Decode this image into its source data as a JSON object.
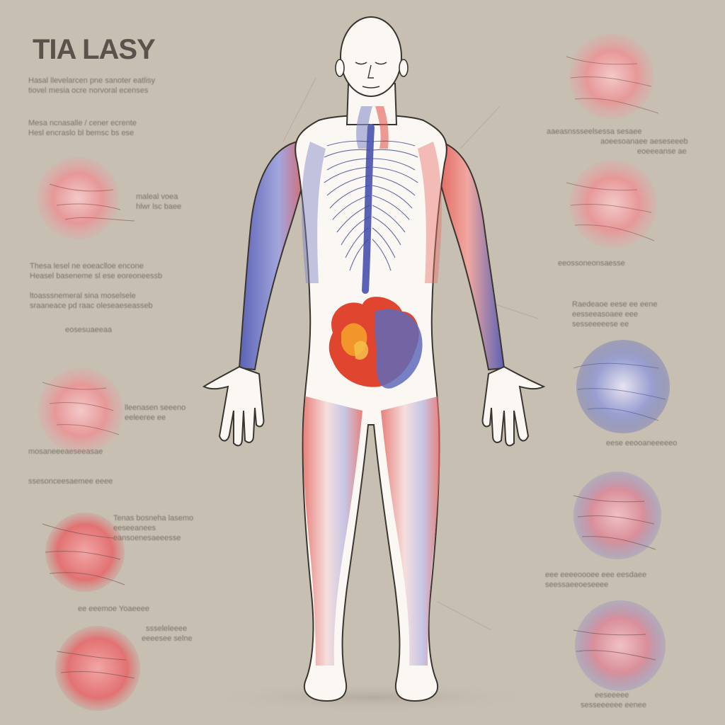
{
  "title": "TIA LASY",
  "colors": {
    "background": "#c7bfb2",
    "arterial_red": "#e04b4b",
    "venous_blue": "#5a62b5",
    "skin": "#fbf7f3",
    "outline": "#3b3530"
  },
  "annotations": {
    "left": [
      "Hasal llevelarcen pne sanoter eatlisy",
      "tiovel mesia ocre norvoral ecenses",
      "Mesa ncnasalle / cener ecrente",
      "Hesl encraslo bl bemsc bs ese",
      "maleal voea",
      "hlwr lsc baee",
      "Thesa lesel ne eoeaclloe encone",
      "Heasel baseneme sl ese eoreoneessb",
      "ltoasssnemeral sina moselsele",
      "sraaneace pd raac oleseaeseasseb",
      "eosesuaeeaa",
      "lleenasen seeeno",
      "eeleeree ee",
      "mosaneeeaeseeasae",
      "ssesonceesaemee eeee",
      "Tenas bosneha lasemo",
      "eeseeanees",
      "eansoenesaeeesse",
      "ee eeemoe Yoaeeee",
      "ssseleleeee",
      "eeeesee selne"
    ],
    "right": [
      "aaeasnssseelsessa sesaee",
      "aoeesoanaee aeseseeeb",
      "eoeeeanse ae",
      "eeossoneonsaesse",
      "Raedeaoe eese ee eene",
      "eesseeasoaee eee",
      "sesseeeeese ee",
      "eese eeooaneeeeeo",
      "eee eeeeoooee eee eesdaee",
      "seessaeeoeseeee",
      "eeseeeee",
      "sesseeeeee eenee"
    ]
  }
}
